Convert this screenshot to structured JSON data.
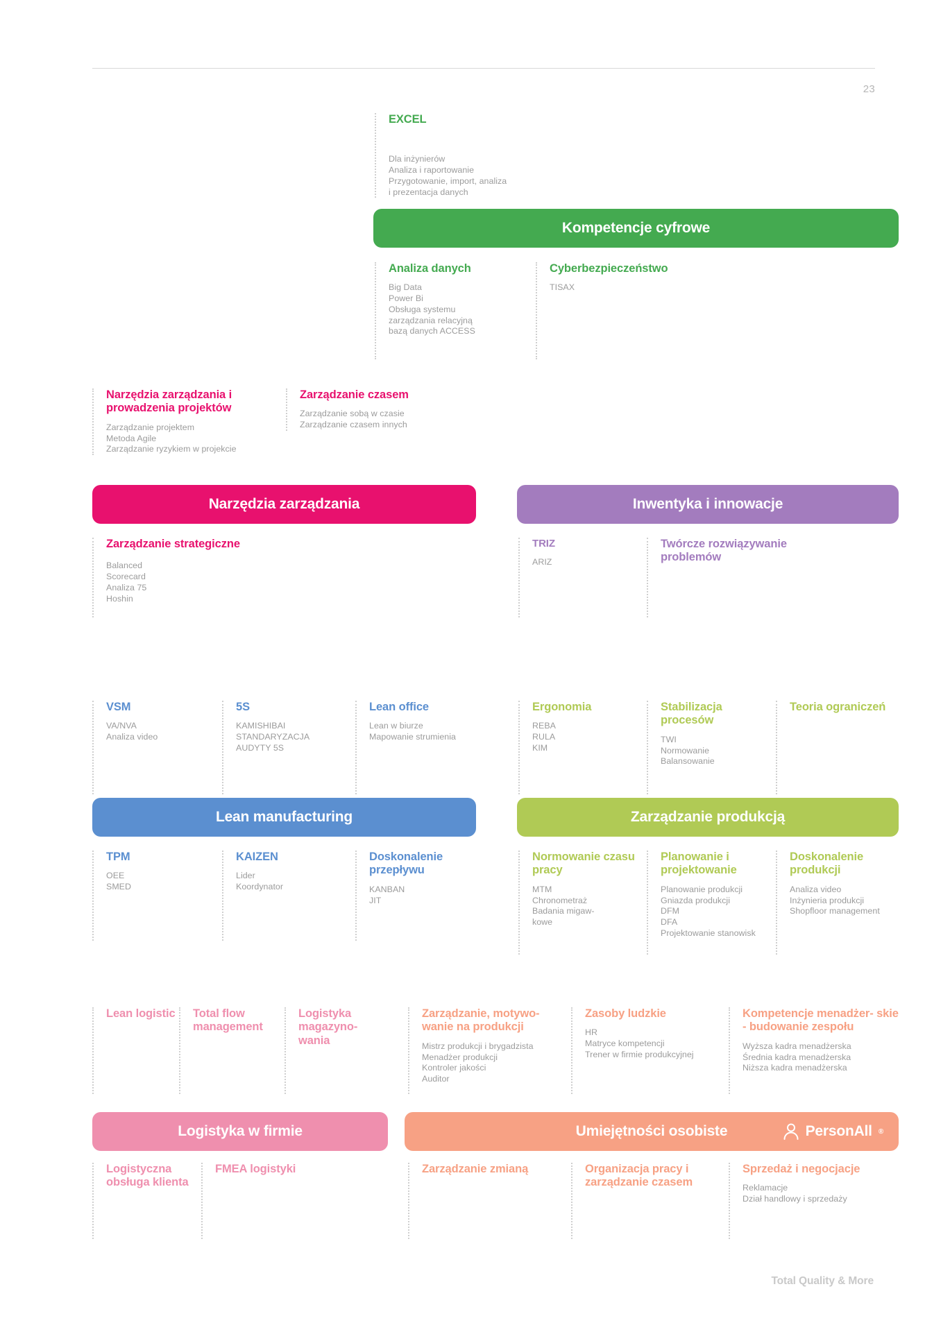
{
  "page": {
    "number": "23",
    "footer": "Total Quality & More"
  },
  "colors": {
    "green": "#44aa50",
    "pink": "#e8116e",
    "purple": "#a37cbe",
    "blue": "#5b8fd0",
    "lime": "#b0ca55",
    "rose": "#ef8fae",
    "peach": "#f7a184",
    "body_text": "#9b9b9b"
  },
  "sections": [
    {
      "id": "kompetencje-cyfrowe",
      "bar": {
        "label": "Kompetencje cyfrowe",
        "color": "#44aa50"
      },
      "above": [
        {
          "title": "EXCEL",
          "items": [
            "Dla inżynierów",
            "Analiza i raportowanie",
            "Przygotowanie, import, analiza",
            "i prezentacja danych"
          ]
        }
      ],
      "below": [
        {
          "title": "Analiza danych",
          "items": [
            "Big Data",
            "Power Bi",
            "Obsługa systemu",
            "zarządzania relacyjną",
            "bazą danych ACCESS"
          ]
        },
        {
          "title": "Cyberbezpieczeństwo",
          "items": [
            "TISAX"
          ]
        }
      ]
    },
    {
      "id": "narzedzia-zarzadzania",
      "bar": {
        "label": "Narzędzia zarządzania",
        "color": "#e8116e"
      },
      "above": [
        {
          "title": "Narzędzia zarządzania i prowadzenia projektów",
          "items": [
            "Zarządzanie projektem",
            "Metoda Agile",
            "Zarządzanie ryzykiem w projekcie"
          ]
        },
        {
          "title": "Zarządzanie czasem",
          "items": [
            "Zarządzanie sobą w czasie",
            "Zarządzanie czasem innych"
          ]
        }
      ],
      "below": [
        {
          "title": "Zarządzanie strategiczne",
          "items": [
            "Balanced",
            "Scorecard",
            "Analiza 75",
            "Hoshin"
          ]
        }
      ]
    },
    {
      "id": "inwentyka-i-innowacje",
      "bar": {
        "label": "Inwentyka i innowacje",
        "color": "#a37cbe"
      },
      "above": [],
      "below": [
        {
          "title": "TRIZ",
          "items": [
            "ARIZ"
          ]
        },
        {
          "title": "Twórcze rozwiązywanie problemów",
          "items": []
        }
      ]
    },
    {
      "id": "lean-manufacturing",
      "bar": {
        "label": "Lean manufacturing",
        "color": "#5b8fd0"
      },
      "above": [
        {
          "title": "VSM",
          "items": [
            "VA/NVA",
            "Analiza video"
          ]
        },
        {
          "title": "5S",
          "items": [
            "KAMISHIBAI",
            "STANDARYZACJA",
            "AUDYTY 5S"
          ]
        },
        {
          "title": "Lean office",
          "items": [
            "Lean w biurze",
            "Mapowanie strumienia"
          ]
        }
      ],
      "below": [
        {
          "title": "TPM",
          "items": [
            "OEE",
            "SMED"
          ]
        },
        {
          "title": "KAIZEN",
          "items": [
            "Lider",
            "Koordynator"
          ]
        },
        {
          "title": "Doskonalenie przepływu",
          "items": [
            "KANBAN",
            "JIT"
          ]
        }
      ]
    },
    {
      "id": "zarzadzanie-produkcja",
      "bar": {
        "label": "Zarządzanie produkcją",
        "color": "#b0ca55"
      },
      "above": [
        {
          "title": "Ergonomia",
          "items": [
            "REBA",
            "RULA",
            "KIM"
          ]
        },
        {
          "title": "Stabilizacja procesów",
          "items": [
            "TWI",
            "Normowanie",
            "Balansowanie"
          ]
        },
        {
          "title": "Teoria ograniczeń",
          "items": []
        }
      ],
      "below": [
        {
          "title": "Normowanie czasu pracy",
          "items": [
            "MTM",
            "Chronometraż",
            "Badania migaw-",
            "kowe"
          ]
        },
        {
          "title": "Planowanie i projektowanie",
          "items": [
            "Planowanie produkcji",
            "Gniazda produkcji",
            "DFM",
            "DFA",
            "Projektowanie stanowisk"
          ]
        },
        {
          "title": "Doskonalenie produkcji",
          "items": [
            "Analiza video",
            "Inżynieria produkcji",
            "Shopfloor management"
          ]
        }
      ]
    },
    {
      "id": "logistyka-w-firmie",
      "bar": {
        "label": "Logistyka w firmie",
        "color": "#ef8fae"
      },
      "above": [
        {
          "title": "Lean logistic",
          "items": []
        },
        {
          "title": "Total flow management",
          "items": []
        },
        {
          "title": "Logistyka magazyno- wania",
          "items": []
        }
      ],
      "below": [
        {
          "title": "Logistyczna obsługa klienta",
          "items": []
        },
        {
          "title": "FMEA logistyki",
          "items": []
        }
      ]
    },
    {
      "id": "umiejetnosci-osobiste",
      "bar": {
        "label": "Umiejętności osobiste",
        "color": "#f7a184"
      },
      "brand": {
        "name": "PersonAll",
        "mark": "®",
        "icon": "person-icon"
      },
      "above": [
        {
          "title": "Zarządzanie, motywo- wanie na produkcji",
          "items": [
            "Mistrz produkcji i brygadzista",
            "Menadżer produkcji",
            "Kontroler jakości",
            "Auditor"
          ]
        },
        {
          "title": "Zasoby ludzkie",
          "items": [
            "HR",
            "Matryce kompetencji",
            "Trener w firmie produkcyjnej"
          ]
        },
        {
          "title": "Kompetencje menadżer- skie - budowanie zespołu",
          "items": [
            "Wyższa kadra menadżerska",
            "Średnia kadra menadżerska",
            "Niższa kadra menadżerska"
          ]
        }
      ],
      "below": [
        {
          "title": "Zarządzanie zmianą",
          "items": []
        },
        {
          "title": "Organizacja pracy i zarządzanie czasem",
          "items": []
        },
        {
          "title": "Sprzedaż i negocjacje",
          "items": [
            "Reklamacje",
            "Dział handlowy i sprzedaży"
          ]
        }
      ]
    }
  ]
}
